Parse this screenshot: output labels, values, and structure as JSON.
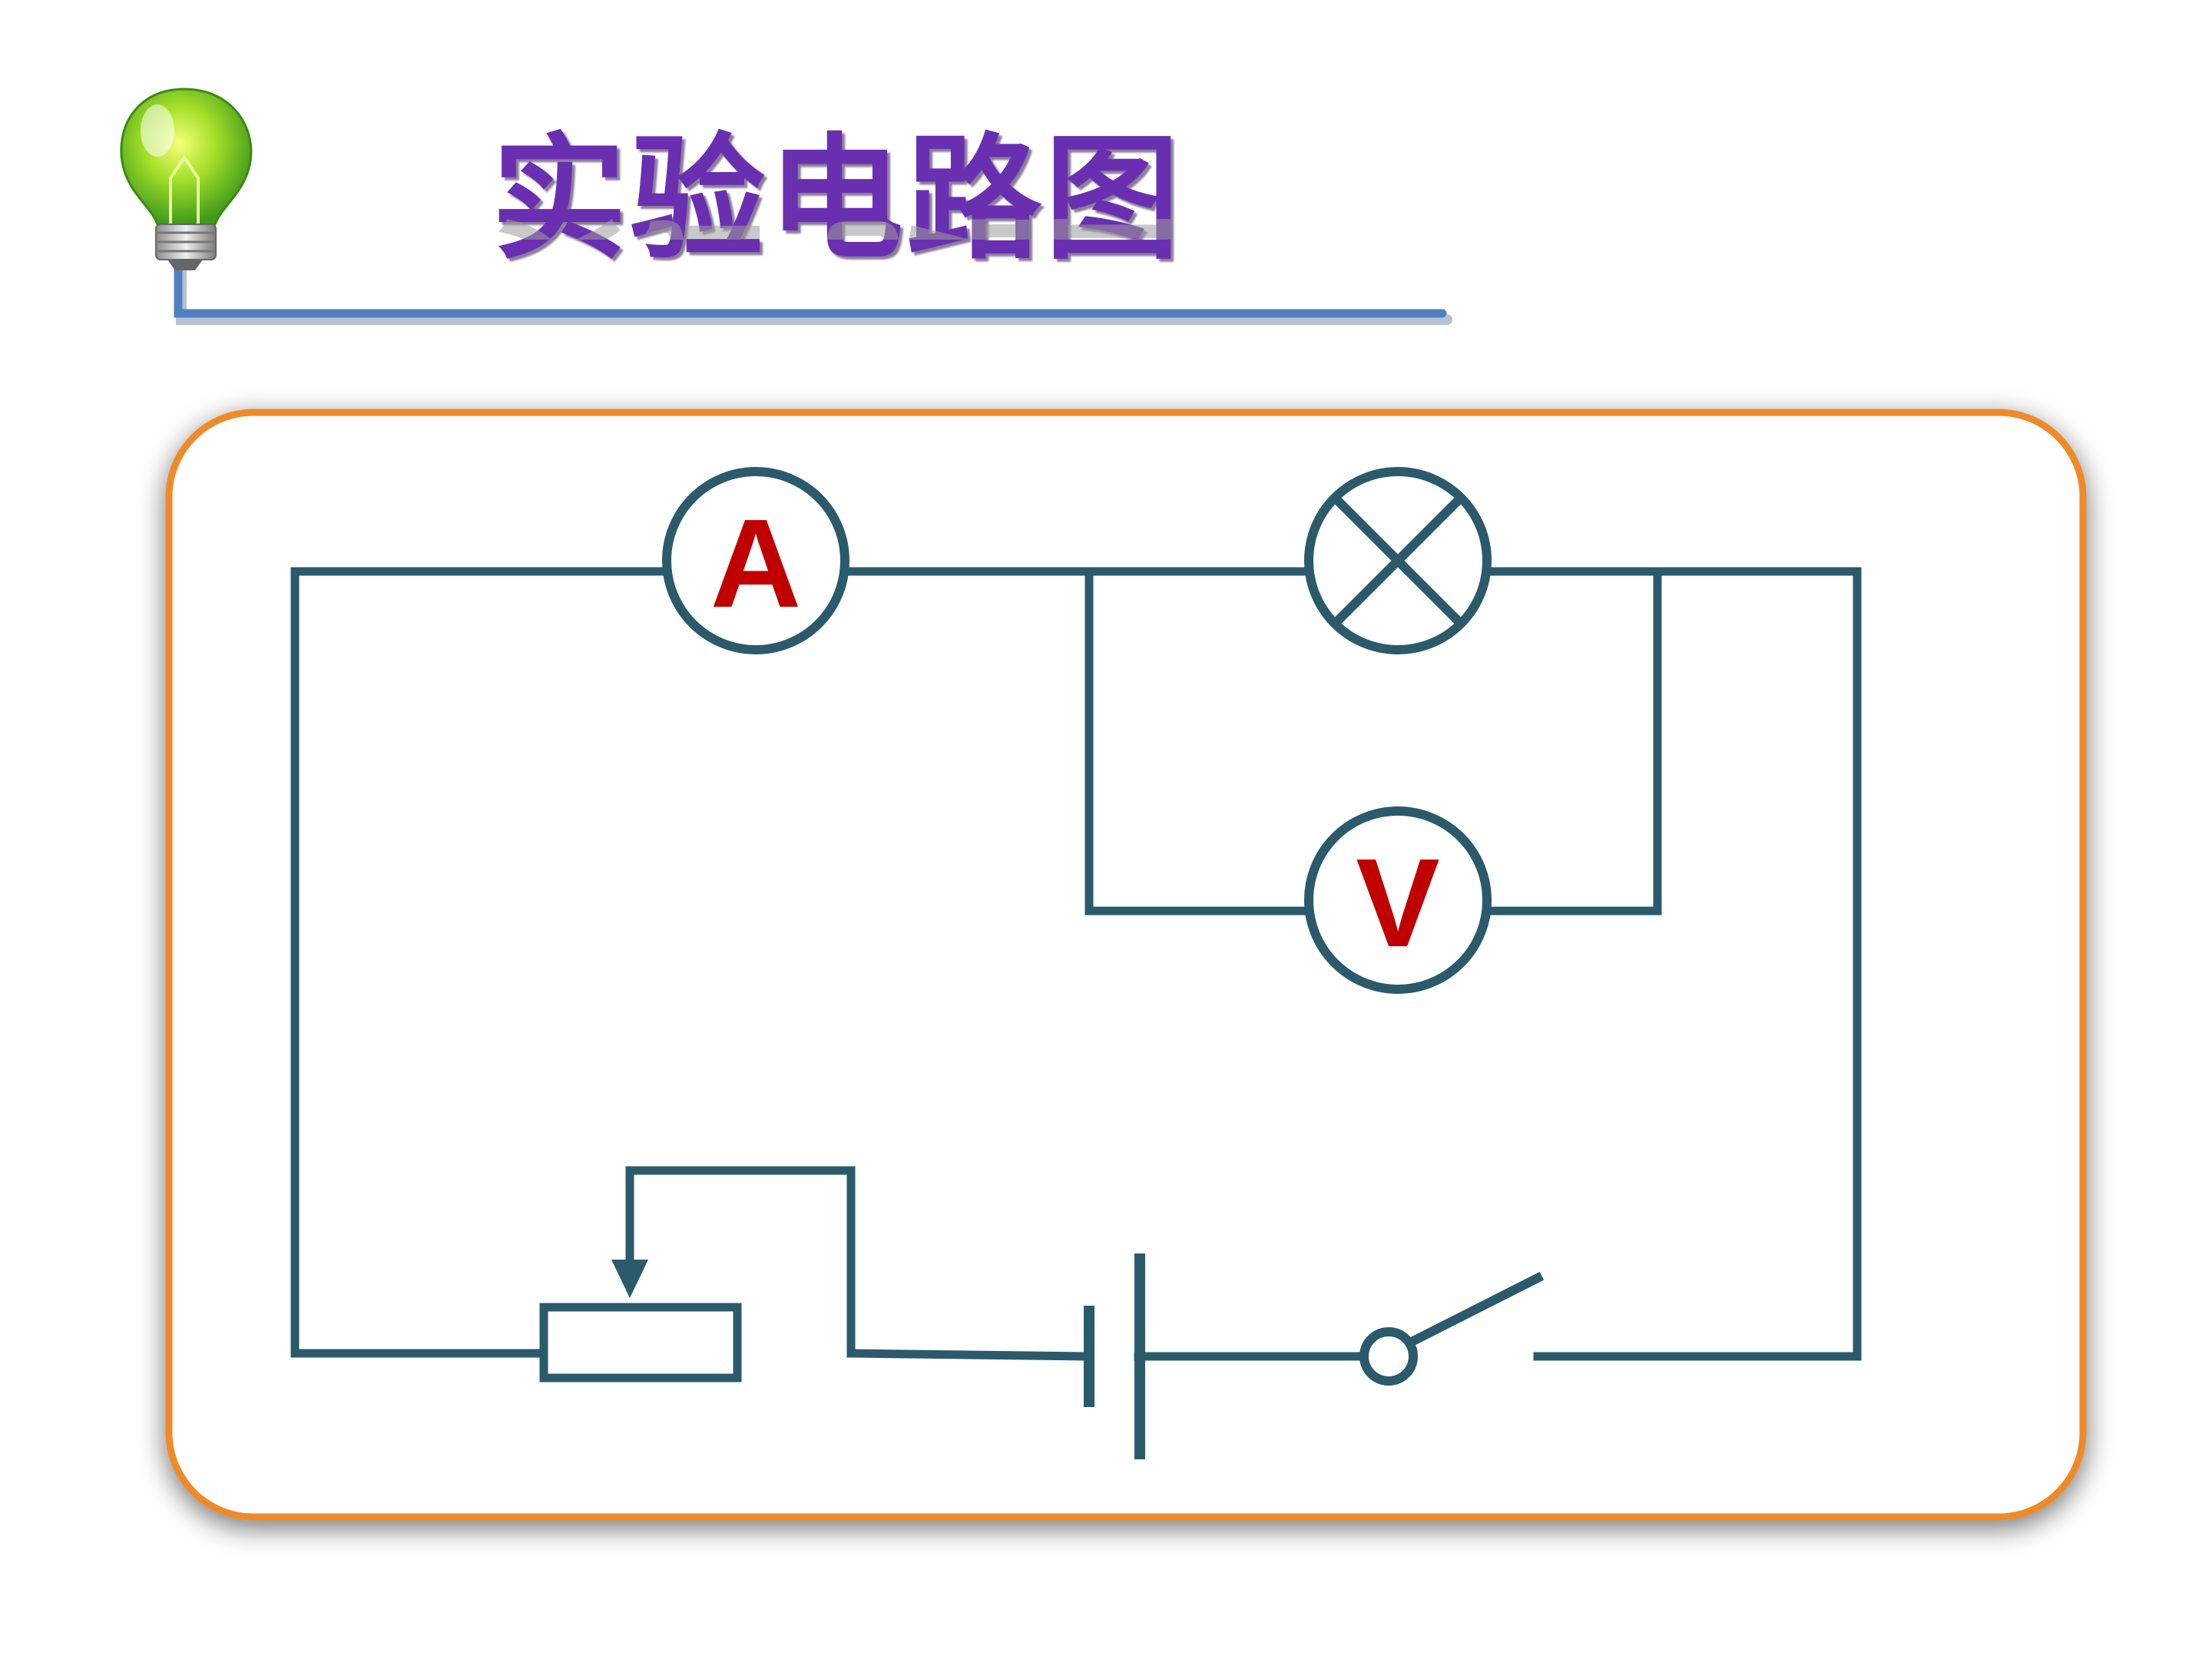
{
  "slide": {
    "title": "实验电路图"
  },
  "diagram": {
    "ammeter_label": "A",
    "voltmeter_label": "V",
    "colors": {
      "wire": "#2b5a6b",
      "meter_letter": "#c00000",
      "frame_border": "#ef8a2a",
      "title": "#6a2fb0",
      "underline": "#4f7fc0"
    },
    "icons": {
      "decor": "lightbulb-icon"
    }
  }
}
